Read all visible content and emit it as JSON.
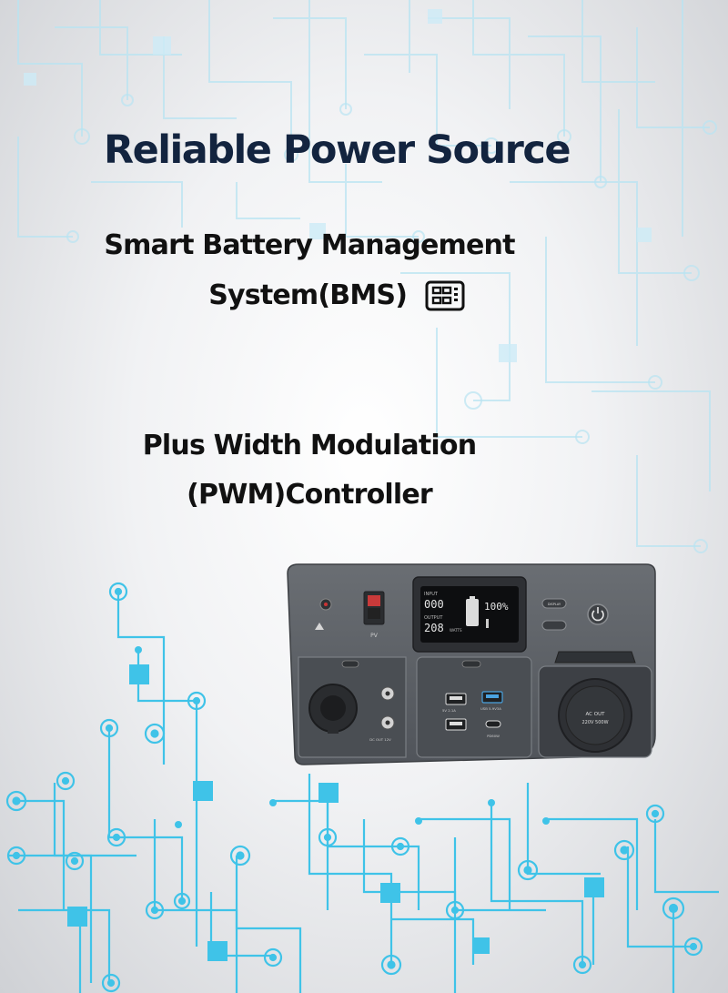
{
  "title": "Reliable Power Source",
  "features": {
    "bms_line1": "Smart Battery Management",
    "bms_line2": "System(BMS)",
    "pwm_line1": "Plus Width Modulation",
    "pwm_line2": "(PWM)Controller"
  },
  "icons": {
    "bms": "battery-management-icon",
    "background": "circuit-board-pattern"
  },
  "device": {
    "pv_label": "PV",
    "lcd": {
      "input_label": "INPUT",
      "input_value": "000",
      "output_label": "OUTPUT",
      "output_value": "208",
      "watts_label": "WATTS",
      "battery_percent": "100%"
    },
    "buttons": {
      "display": "DISPLAY"
    },
    "ports": {
      "dc_label": "DC OUT 12V",
      "usb_a_label": "5V 2.1A",
      "usb_qc_label": "USB 5-9V3A",
      "usb_c_label": "PD60W",
      "ac_label": "AC OUT",
      "ac_spec": "220V 500W"
    }
  },
  "colors": {
    "title": "#13243f",
    "circuit_accent": "#3fc3e8",
    "device_body": "#5a5e63"
  }
}
